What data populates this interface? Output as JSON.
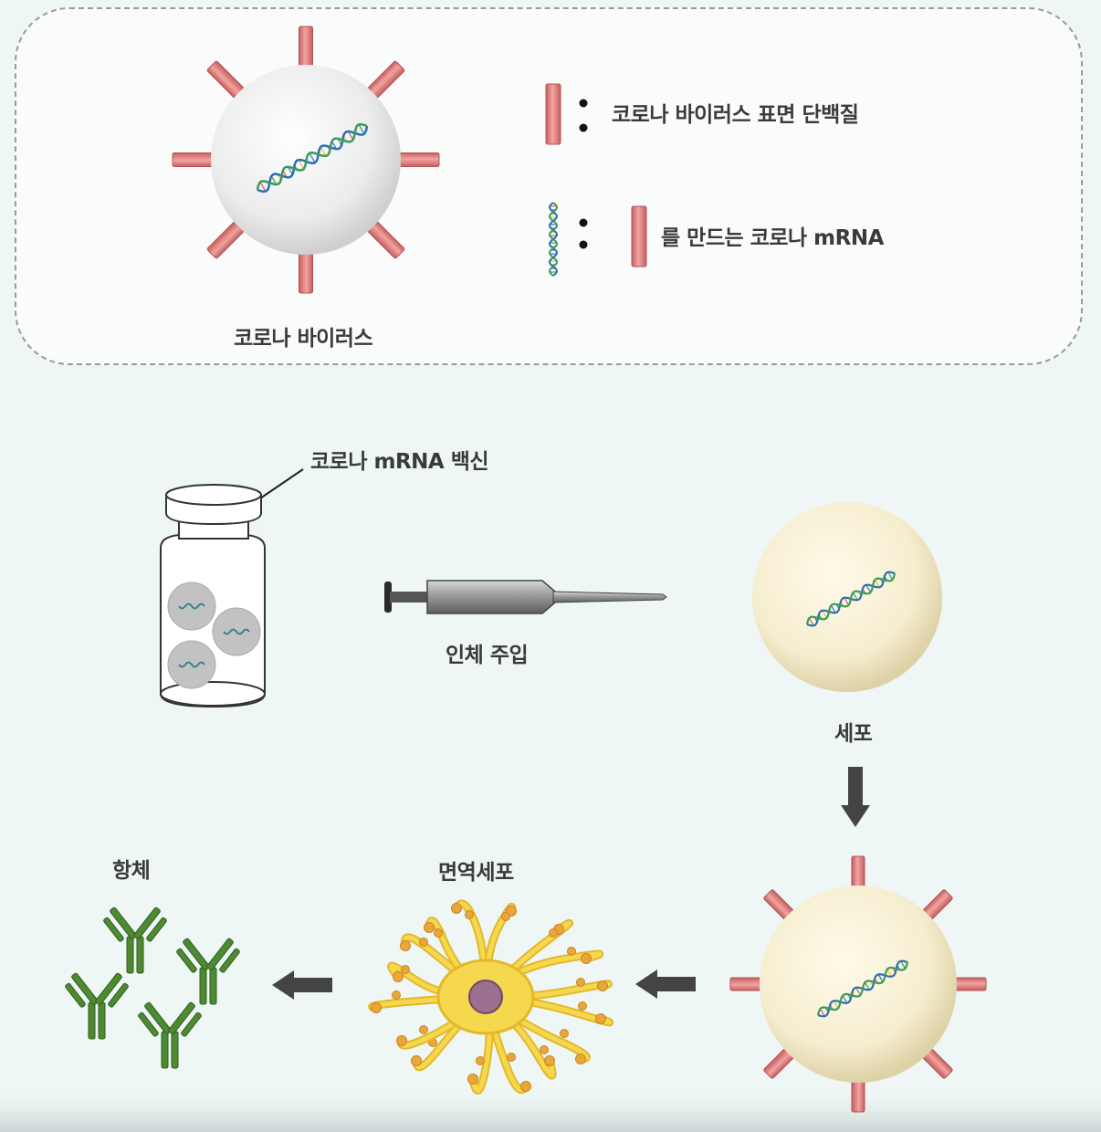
{
  "legend": {
    "spike_desc": "코로나 바이러스 표면 단백질",
    "mrna_desc_suffix": "를 만드는 코로나 mRNA",
    "virus_label": "코로나 바이러스"
  },
  "process": {
    "vaccine_label": "코로나 mRNA 백신",
    "injection_label": "인체 주입",
    "cell_label": "세포",
    "immune_cell_label": "면역세포",
    "antibody_label": "항체"
  },
  "colors": {
    "spike": "#e07a7a",
    "cell": "#f5eed0",
    "antibody": "#4e8a32",
    "immune_cell": "#f2cf3a",
    "arrow": "#444444"
  }
}
